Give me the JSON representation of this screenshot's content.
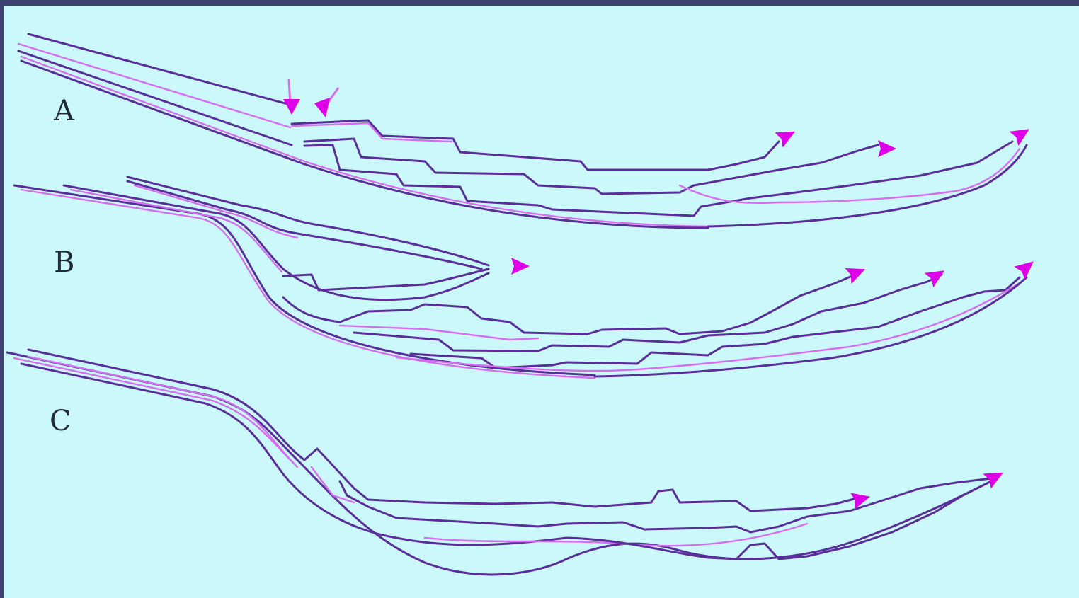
{
  "colors": {
    "border": "#3c4370",
    "background": "#caf8fb",
    "line_dark": "#5a2e9a",
    "line_light": "#d76df0",
    "arrow": "#e000e8",
    "label": "#1f2a3a"
  },
  "panels": [
    {
      "label": "A"
    },
    {
      "label": "B"
    },
    {
      "label": "C"
    }
  ],
  "icons": {
    "arrow": "magenta-arrow-icon"
  }
}
